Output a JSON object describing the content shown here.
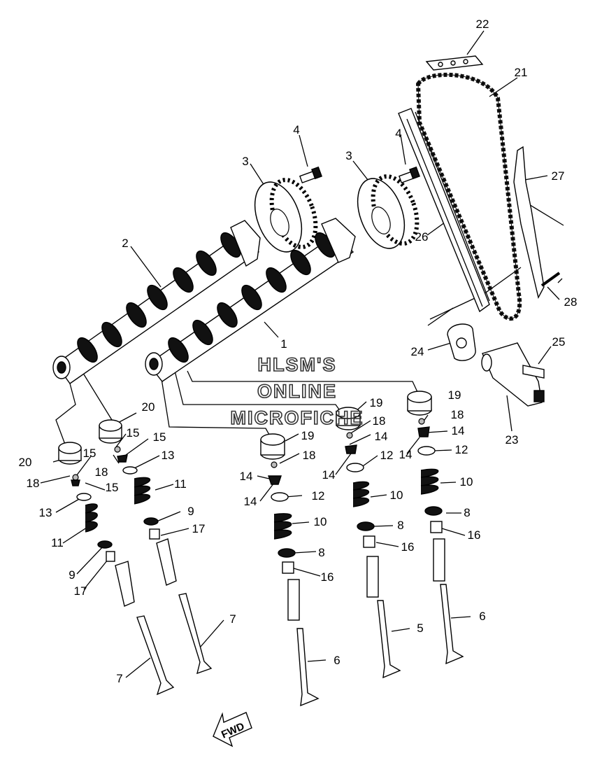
{
  "watermark": {
    "line1": "HLSM'S",
    "line2": "ONLINE",
    "line3": "MICROFICHE"
  },
  "fwd_label": "FWD",
  "callouts": [
    {
      "id": "c1",
      "label": "1"
    },
    {
      "id": "c2",
      "label": "2"
    },
    {
      "id": "c3a",
      "label": "3"
    },
    {
      "id": "c3b",
      "label": "3"
    },
    {
      "id": "c4a",
      "label": "4"
    },
    {
      "id": "c4b",
      "label": "4"
    },
    {
      "id": "c5",
      "label": "5"
    },
    {
      "id": "c6a",
      "label": "6"
    },
    {
      "id": "c6b",
      "label": "6"
    },
    {
      "id": "c7a",
      "label": "7"
    },
    {
      "id": "c7b",
      "label": "7"
    },
    {
      "id": "c8a",
      "label": "8"
    },
    {
      "id": "c8b",
      "label": "8"
    },
    {
      "id": "c8c",
      "label": "8"
    },
    {
      "id": "c9a",
      "label": "9"
    },
    {
      "id": "c9b",
      "label": "9"
    },
    {
      "id": "c10a",
      "label": "10"
    },
    {
      "id": "c10b",
      "label": "10"
    },
    {
      "id": "c10c",
      "label": "10"
    },
    {
      "id": "c11a",
      "label": "11"
    },
    {
      "id": "c11b",
      "label": "11"
    },
    {
      "id": "c12a",
      "label": "12"
    },
    {
      "id": "c12b",
      "label": "12"
    },
    {
      "id": "c12c",
      "label": "12"
    },
    {
      "id": "c13a",
      "label": "13"
    },
    {
      "id": "c13b",
      "label": "13"
    },
    {
      "id": "c14a",
      "label": "14"
    },
    {
      "id": "c14b",
      "label": "14"
    },
    {
      "id": "c14c",
      "label": "14"
    },
    {
      "id": "c14d",
      "label": "14"
    },
    {
      "id": "c14e",
      "label": "14"
    },
    {
      "id": "c14f",
      "label": "14"
    },
    {
      "id": "c15a",
      "label": "15"
    },
    {
      "id": "c15b",
      "label": "15"
    },
    {
      "id": "c15c",
      "label": "15"
    },
    {
      "id": "c15d",
      "label": "15"
    },
    {
      "id": "c16a",
      "label": "16"
    },
    {
      "id": "c16b",
      "label": "16"
    },
    {
      "id": "c16c",
      "label": "16"
    },
    {
      "id": "c17a",
      "label": "17"
    },
    {
      "id": "c17b",
      "label": "17"
    },
    {
      "id": "c18a",
      "label": "18"
    },
    {
      "id": "c18b",
      "label": "18"
    },
    {
      "id": "c18c",
      "label": "18"
    },
    {
      "id": "c18d",
      "label": "18"
    },
    {
      "id": "c18e",
      "label": "18"
    },
    {
      "id": "c19a",
      "label": "19"
    },
    {
      "id": "c19b",
      "label": "19"
    },
    {
      "id": "c19c",
      "label": "19"
    },
    {
      "id": "c20a",
      "label": "20"
    },
    {
      "id": "c20b",
      "label": "20"
    },
    {
      "id": "c21",
      "label": "21"
    },
    {
      "id": "c22",
      "label": "22"
    },
    {
      "id": "c23",
      "label": "23"
    },
    {
      "id": "c24",
      "label": "24"
    },
    {
      "id": "c25",
      "label": "25"
    },
    {
      "id": "c26",
      "label": "26"
    },
    {
      "id": "c27",
      "label": "27"
    },
    {
      "id": "c28",
      "label": "28"
    }
  ]
}
